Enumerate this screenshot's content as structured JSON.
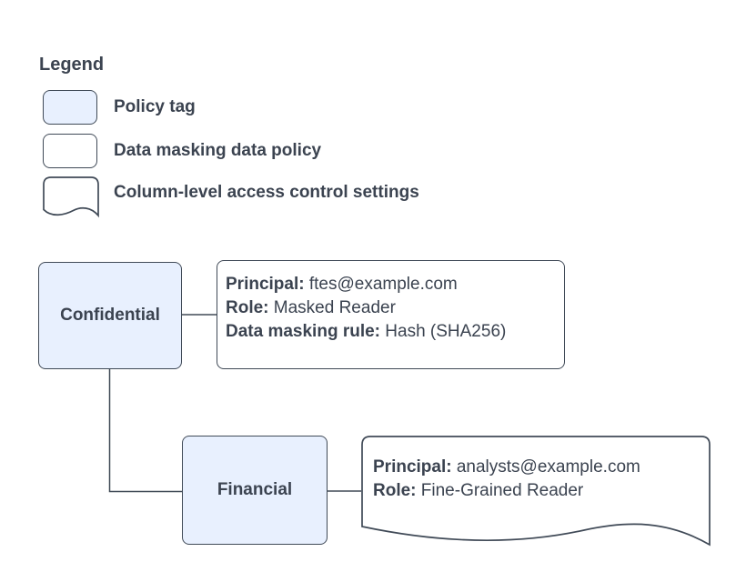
{
  "legend": {
    "title": "Legend",
    "items": [
      {
        "swatch": "policy-tag-swatch",
        "label": "Policy tag"
      },
      {
        "swatch": "data-masking-policy-swatch",
        "label": "Data masking data policy"
      },
      {
        "swatch": "column-access-document-swatch",
        "label": "Column-level access control settings"
      }
    ]
  },
  "diagram": {
    "nodes": {
      "confidential": {
        "label": "Confidential",
        "type": "policy-tag"
      },
      "financial": {
        "label": "Financial",
        "type": "policy-tag"
      },
      "masking_policy": {
        "type": "data-masking-data-policy",
        "lines": [
          {
            "label": "Principal:",
            "value": "ftes@example.com"
          },
          {
            "label": "Role:",
            "value": "Masked Reader"
          },
          {
            "label": "Data masking rule:",
            "value": "Hash (SHA256)"
          }
        ]
      },
      "access_settings": {
        "type": "column-level-access-control-settings",
        "lines": [
          {
            "label": "Principal:",
            "value": "analysts@example.com"
          },
          {
            "label": "Role:",
            "value": "Fine-Grained Reader"
          }
        ]
      }
    },
    "edges": [
      {
        "from": "confidential",
        "to": "masking_policy"
      },
      {
        "from": "confidential",
        "to": "financial"
      },
      {
        "from": "financial",
        "to": "access_settings"
      }
    ]
  },
  "colors": {
    "policy_tag_fill": "#e8f0fe",
    "stroke": "#404a57",
    "text": "#3b4350",
    "background": "#ffffff"
  }
}
